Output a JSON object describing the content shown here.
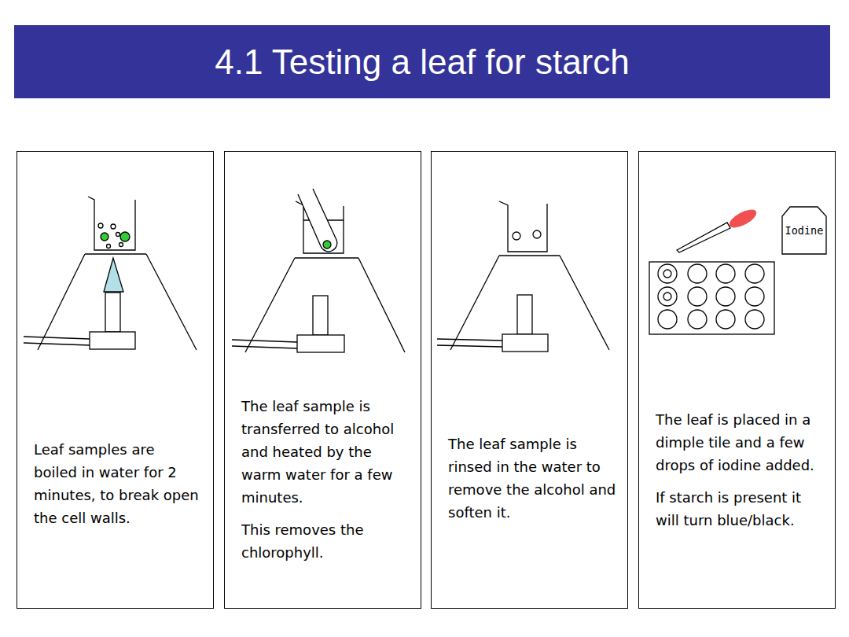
{
  "diagram": {
    "title": "4.1 Testing a leaf for starch",
    "nodes": [
      {
        "text": [
          "Leaf samples are boiled in water for 2 minutes, to break open the cell walls."
        ]
      },
      {
        "text": [
          "The leaf sample is transferred to alcohol and heated by the warm water for a few minutes.",
          "This removes the chlorophyll."
        ]
      },
      {
        "text": [
          "The leaf sample is rinsed in the water to remove the alcohol and soften it."
        ]
      },
      {
        "text": [
          "The leaf is placed in a dimple tile and a few drops of iodine added.",
          "If starch is present it will turn blue/black."
        ]
      }
    ],
    "labels": [
      "Iodine"
    ]
  }
}
